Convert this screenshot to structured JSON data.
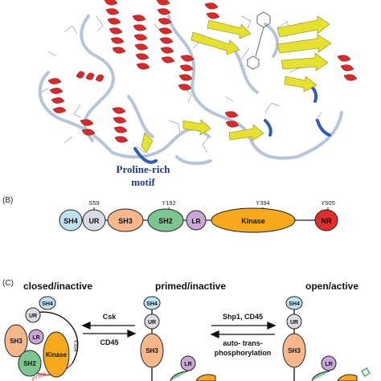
{
  "panelA": {
    "motif_label_line1": "Proline-rich",
    "motif_label_line2": "motif"
  },
  "panelB": {
    "tag": "(B)",
    "sites": [
      "S59",
      "Y192",
      "Y394",
      "Y505"
    ],
    "domains": [
      "SH4",
      "UR",
      "SH3",
      "SH2",
      "LR",
      "Kinase",
      "NR"
    ]
  },
  "panelC": {
    "tag": "(C)",
    "states": [
      "closed/inactive",
      "primed/inactive",
      "open/active"
    ],
    "arrow_top_left": "Csk",
    "arrow_bottom_left": "CD45",
    "arrow_top_right": "Shp1, CD45",
    "arrow_bottom_right_line1": "auto- trans-",
    "arrow_bottom_right_line2": "phosphorylation",
    "closed": {
      "sh4": "SH4",
      "ur": "UR",
      "sh3": "SH3",
      "lr": "LR",
      "sh2": "SH2",
      "kinase": "Kinase",
      "site": "Y394",
      "phospho": "pY505"
    },
    "primed": {
      "sh4": "SH4",
      "ur": "UR",
      "sh3": "SH3",
      "lr": "LR"
    },
    "open": {
      "sh4": "SH4",
      "ur": "UR",
      "sh3": "SH3",
      "lr": "LR"
    }
  },
  "colors": {
    "helix": "#d92a2a",
    "sheet": "#e5e12e",
    "loop": "#b8c8dc",
    "sh4": "#bde3f2",
    "ur": "#d9dde3",
    "sh3": "#f7b78a",
    "sh2": "#7cc68f",
    "lr": "#c9a7d8",
    "kinase": "#f7a81b",
    "nr": "#e62b2b",
    "motif_text": "#1f3a8a"
  }
}
